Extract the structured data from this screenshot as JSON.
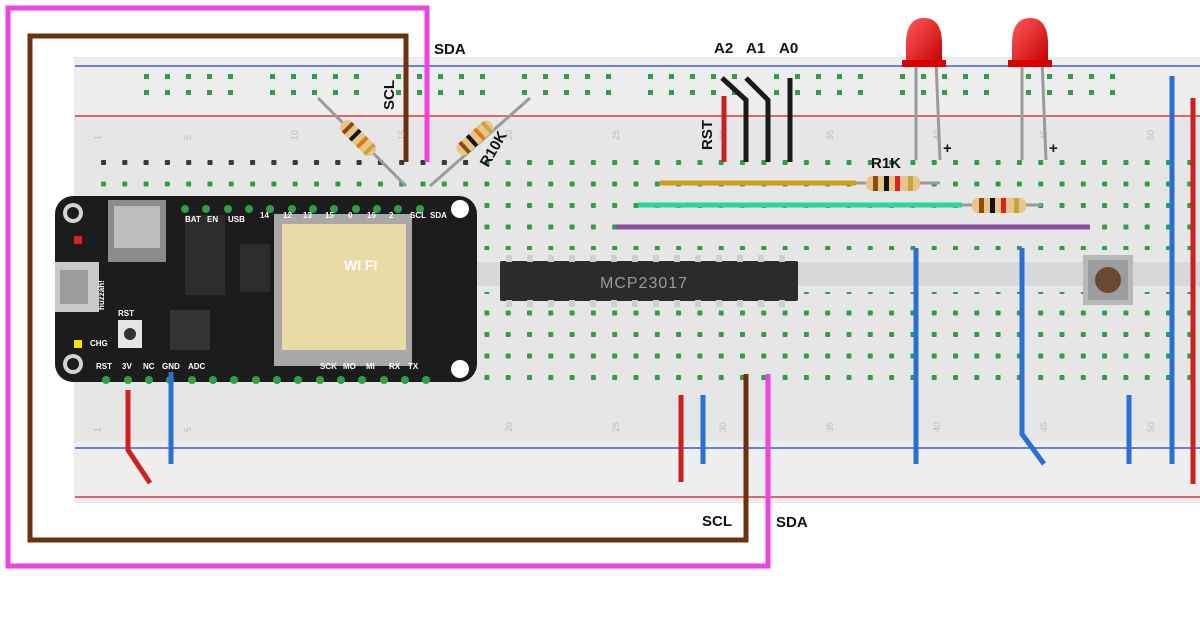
{
  "chip": {
    "label": "MCP23017"
  },
  "board": {
    "name": "huzzah!",
    "rst_button": "RST",
    "chg": "CHG",
    "wifi": "WI FI",
    "top_pins": [
      "BAT",
      "EN",
      "USB",
      "14",
      "12",
      "13",
      "15",
      "0",
      "16",
      "2",
      "SCL",
      "SDA"
    ],
    "bottom_pins": [
      "RST",
      "3V",
      "NC",
      "GND",
      "ADC",
      "SCK",
      "MO",
      "MI",
      "RX",
      "TX"
    ]
  },
  "labels": {
    "sda_top": "SDA",
    "scl_top": "SCL",
    "r10k": "R10K",
    "a2": "A2",
    "a1": "A1",
    "a0": "A0",
    "rst": "RST",
    "r1k": "R1K",
    "plus1": "+",
    "plus2": "+",
    "scl_bottom": "SCL",
    "sda_bottom": "SDA"
  },
  "colors": {
    "scl_wire": "#6b3210",
    "sda_wire": "#ee44dd",
    "power_red": "#cc1f1f",
    "ground_blue": "#2a6fd6",
    "hole_green": "#2e9e4a"
  }
}
